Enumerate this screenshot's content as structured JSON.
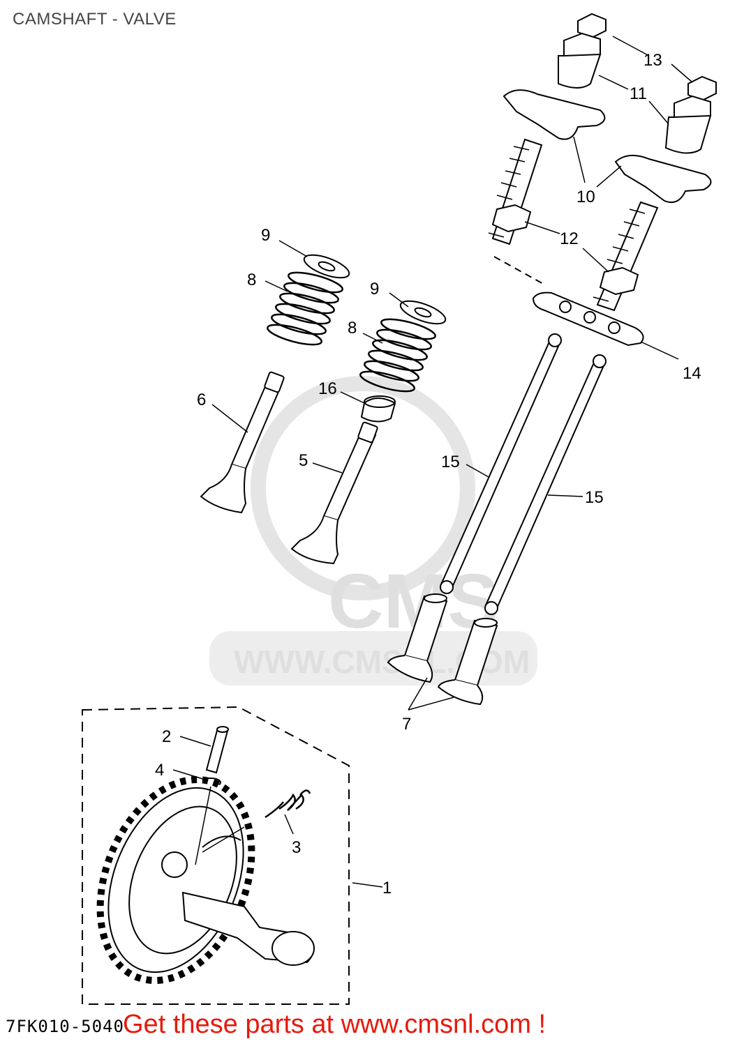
{
  "title": "CAMSHAFT - VALVE",
  "watermark": {
    "brand": "CMS",
    "url": "WWW.CMSNL.COM"
  },
  "diagram_code": "7FK010-5040",
  "cta": "Get these parts at www.cmsnl.com !",
  "callouts": [
    {
      "id": "c1",
      "text": "1"
    },
    {
      "id": "c2",
      "text": "2"
    },
    {
      "id": "c3",
      "text": "3"
    },
    {
      "id": "c4",
      "text": "4"
    },
    {
      "id": "c5",
      "text": "5"
    },
    {
      "id": "c6",
      "text": "6"
    },
    {
      "id": "c7",
      "text": "7"
    },
    {
      "id": "c8a",
      "text": "8"
    },
    {
      "id": "c8b",
      "text": "8"
    },
    {
      "id": "c9a",
      "text": "9"
    },
    {
      "id": "c9b",
      "text": "9"
    },
    {
      "id": "c10",
      "text": "10"
    },
    {
      "id": "c11",
      "text": "11"
    },
    {
      "id": "c12",
      "text": "12"
    },
    {
      "id": "c13",
      "text": "13"
    },
    {
      "id": "c14",
      "text": "14"
    },
    {
      "id": "c15a",
      "text": "15"
    },
    {
      "id": "c15b",
      "text": "15"
    },
    {
      "id": "c16",
      "text": "16"
    }
  ],
  "colors": {
    "line": "#000000",
    "cta": "#e8190c",
    "watermark": "#dcdcdc",
    "title": "#444444"
  }
}
